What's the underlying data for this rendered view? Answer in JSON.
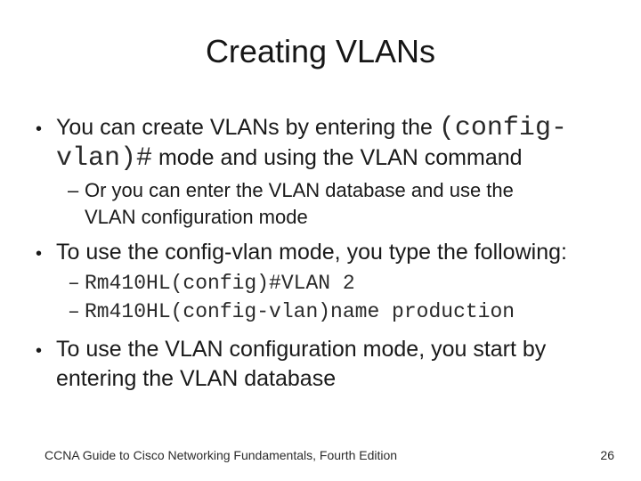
{
  "slide": {
    "title": "Creating VLANs",
    "markers": {
      "level1": "•",
      "level2": "–"
    },
    "bullet1": {
      "seg1": "You can create VLANs by entering the ",
      "code": "(config-vlan)#",
      "seg2": " mode and using the VLAN command"
    },
    "sub1": "Or you can enter the VLAN database and use the VLAN configuration mode",
    "bullet2": "To use the config-vlan mode, you type the following:",
    "commands": [
      "Rm410HL(config)#VLAN 2",
      "Rm410HL(config-vlan)name production"
    ],
    "bullet3": "To use the VLAN configuration mode, you start by entering the VLAN database",
    "footer": {
      "text": "CCNA Guide to Cisco Networking Fundamentals, Fourth Edition",
      "page_number": "26"
    }
  }
}
